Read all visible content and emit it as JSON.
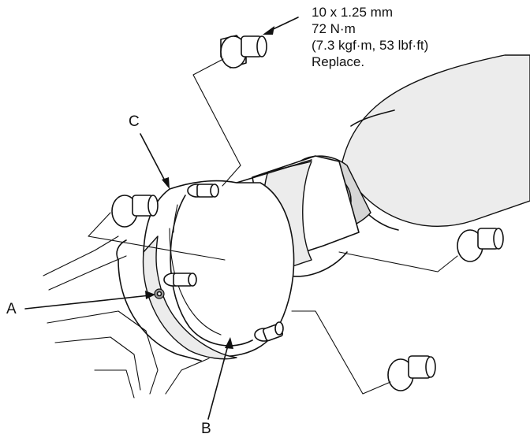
{
  "torque_spec": {
    "line1": "10 x 1.25 mm",
    "line2": "72 N·m",
    "line3": "(7.3 kgf·m, 53 lbf·ft)",
    "line4": "Replace."
  },
  "callouts": {
    "a": "A",
    "b": "B",
    "c": "C"
  }
}
